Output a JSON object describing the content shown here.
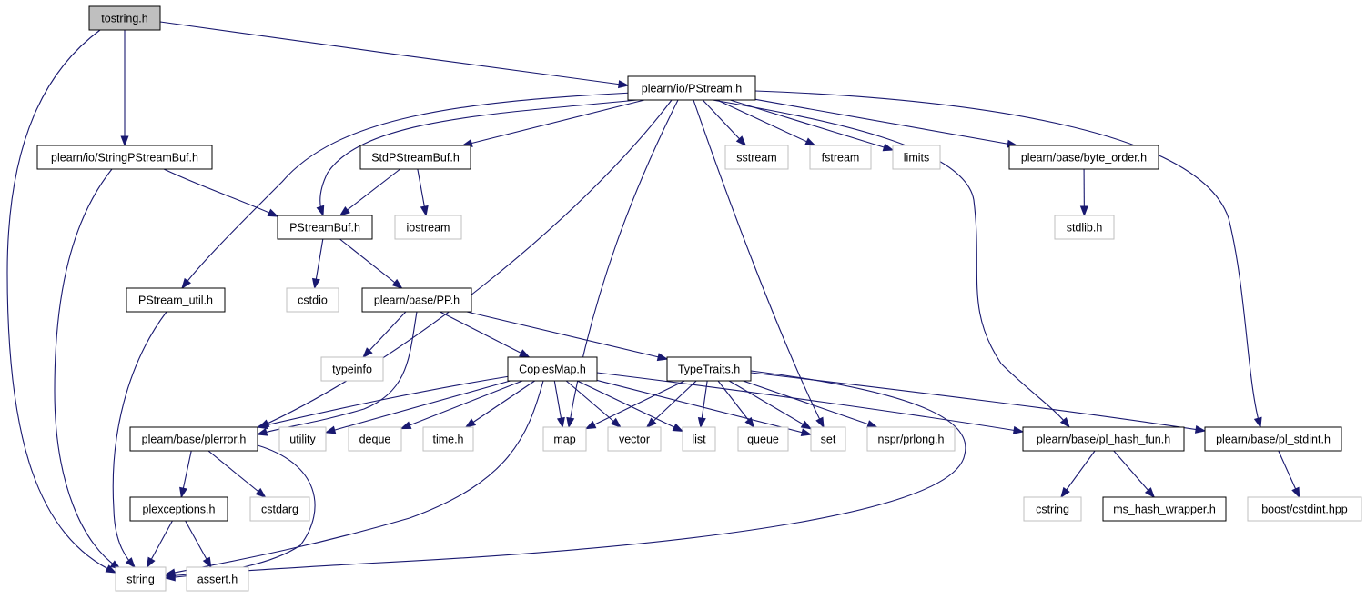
{
  "diagram": {
    "colors": {
      "edge": "#191970",
      "root_fill": "#bfbfbf",
      "doc_border": "#000000",
      "sys_border": "#bfbfbf"
    },
    "nodes": [
      {
        "id": "tostring",
        "label": "tostring.h",
        "kind": "root"
      },
      {
        "id": "pstream",
        "label": "plearn/io/PStream.h",
        "kind": "doc"
      },
      {
        "id": "stringpsb",
        "label": "plearn/io/StringPStreamBuf.h",
        "kind": "doc"
      },
      {
        "id": "stdpsb",
        "label": "StdPStreamBuf.h",
        "kind": "doc"
      },
      {
        "id": "sstream",
        "label": "sstream",
        "kind": "sys"
      },
      {
        "id": "fstream",
        "label": "fstream",
        "kind": "sys"
      },
      {
        "id": "limits",
        "label": "limits",
        "kind": "sys"
      },
      {
        "id": "byteorder",
        "label": "plearn/base/byte_order.h",
        "kind": "doc"
      },
      {
        "id": "psb",
        "label": "PStreamBuf.h",
        "kind": "doc"
      },
      {
        "id": "iostream",
        "label": "iostream",
        "kind": "sys"
      },
      {
        "id": "stdlib",
        "label": "stdlib.h",
        "kind": "sys"
      },
      {
        "id": "psutil",
        "label": "PStream_util.h",
        "kind": "doc"
      },
      {
        "id": "cstdio",
        "label": "cstdio",
        "kind": "sys"
      },
      {
        "id": "pp",
        "label": "plearn/base/PP.h",
        "kind": "doc"
      },
      {
        "id": "typeinfo",
        "label": "typeinfo",
        "kind": "sys"
      },
      {
        "id": "copiesmap",
        "label": "CopiesMap.h",
        "kind": "doc"
      },
      {
        "id": "typetraits",
        "label": "TypeTraits.h",
        "kind": "doc"
      },
      {
        "id": "plerror",
        "label": "plearn/base/plerror.h",
        "kind": "doc"
      },
      {
        "id": "utility",
        "label": "utility",
        "kind": "sys"
      },
      {
        "id": "deque",
        "label": "deque",
        "kind": "sys"
      },
      {
        "id": "timeh",
        "label": "time.h",
        "kind": "sys"
      },
      {
        "id": "map",
        "label": "map",
        "kind": "sys"
      },
      {
        "id": "vector",
        "label": "vector",
        "kind": "sys"
      },
      {
        "id": "list",
        "label": "list",
        "kind": "sys"
      },
      {
        "id": "queue",
        "label": "queue",
        "kind": "sys"
      },
      {
        "id": "set",
        "label": "set",
        "kind": "sys"
      },
      {
        "id": "prlong",
        "label": "nspr/prlong.h",
        "kind": "sys"
      },
      {
        "id": "hashfun",
        "label": "plearn/base/pl_hash_fun.h",
        "kind": "doc"
      },
      {
        "id": "stdint",
        "label": "plearn/base/pl_stdint.h",
        "kind": "doc"
      },
      {
        "id": "plexceptions",
        "label": "plexceptions.h",
        "kind": "doc"
      },
      {
        "id": "cstdarg",
        "label": "cstdarg",
        "kind": "sys"
      },
      {
        "id": "cstring",
        "label": "cstring",
        "kind": "sys"
      },
      {
        "id": "mshash",
        "label": "ms_hash_wrapper.h",
        "kind": "doc"
      },
      {
        "id": "boostcstdint",
        "label": "boost/cstdint.hpp",
        "kind": "sys"
      },
      {
        "id": "string",
        "label": "string",
        "kind": "sys"
      },
      {
        "id": "asserth",
        "label": "assert.h",
        "kind": "sys"
      }
    ],
    "edges": [
      [
        "tostring",
        "pstream"
      ],
      [
        "tostring",
        "stringpsb"
      ],
      [
        "tostring",
        "string"
      ],
      [
        "pstream",
        "psb"
      ],
      [
        "pstream",
        "stdpsb"
      ],
      [
        "pstream",
        "sstream"
      ],
      [
        "pstream",
        "fstream"
      ],
      [
        "pstream",
        "limits"
      ],
      [
        "pstream",
        "byteorder"
      ],
      [
        "pstream",
        "psutil"
      ],
      [
        "pstream",
        "plerror"
      ],
      [
        "pstream",
        "map"
      ],
      [
        "pstream",
        "set"
      ],
      [
        "pstream",
        "hashfun"
      ],
      [
        "pstream",
        "stdint"
      ],
      [
        "stringpsb",
        "psb"
      ],
      [
        "stringpsb",
        "string"
      ],
      [
        "stdpsb",
        "psb"
      ],
      [
        "stdpsb",
        "iostream"
      ],
      [
        "byteorder",
        "stdlib"
      ],
      [
        "psb",
        "cstdio"
      ],
      [
        "psb",
        "pp"
      ],
      [
        "psutil",
        "string"
      ],
      [
        "pp",
        "typeinfo"
      ],
      [
        "pp",
        "copiesmap"
      ],
      [
        "pp",
        "typetraits"
      ],
      [
        "pp",
        "plerror"
      ],
      [
        "copiesmap",
        "plerror"
      ],
      [
        "copiesmap",
        "utility"
      ],
      [
        "copiesmap",
        "deque"
      ],
      [
        "copiesmap",
        "timeh"
      ],
      [
        "copiesmap",
        "map"
      ],
      [
        "copiesmap",
        "vector"
      ],
      [
        "copiesmap",
        "list"
      ],
      [
        "copiesmap",
        "set"
      ],
      [
        "copiesmap",
        "hashfun"
      ],
      [
        "copiesmap",
        "string"
      ],
      [
        "typetraits",
        "map"
      ],
      [
        "typetraits",
        "vector"
      ],
      [
        "typetraits",
        "list"
      ],
      [
        "typetraits",
        "queue"
      ],
      [
        "typetraits",
        "set"
      ],
      [
        "typetraits",
        "prlong"
      ],
      [
        "typetraits",
        "stdint"
      ],
      [
        "typetraits",
        "string"
      ],
      [
        "plerror",
        "plexceptions"
      ],
      [
        "plerror",
        "cstdarg"
      ],
      [
        "plerror",
        "string"
      ],
      [
        "plexceptions",
        "string"
      ],
      [
        "plexceptions",
        "asserth"
      ],
      [
        "hashfun",
        "cstring"
      ],
      [
        "hashfun",
        "mshash"
      ],
      [
        "stdint",
        "boostcstdint"
      ]
    ]
  }
}
